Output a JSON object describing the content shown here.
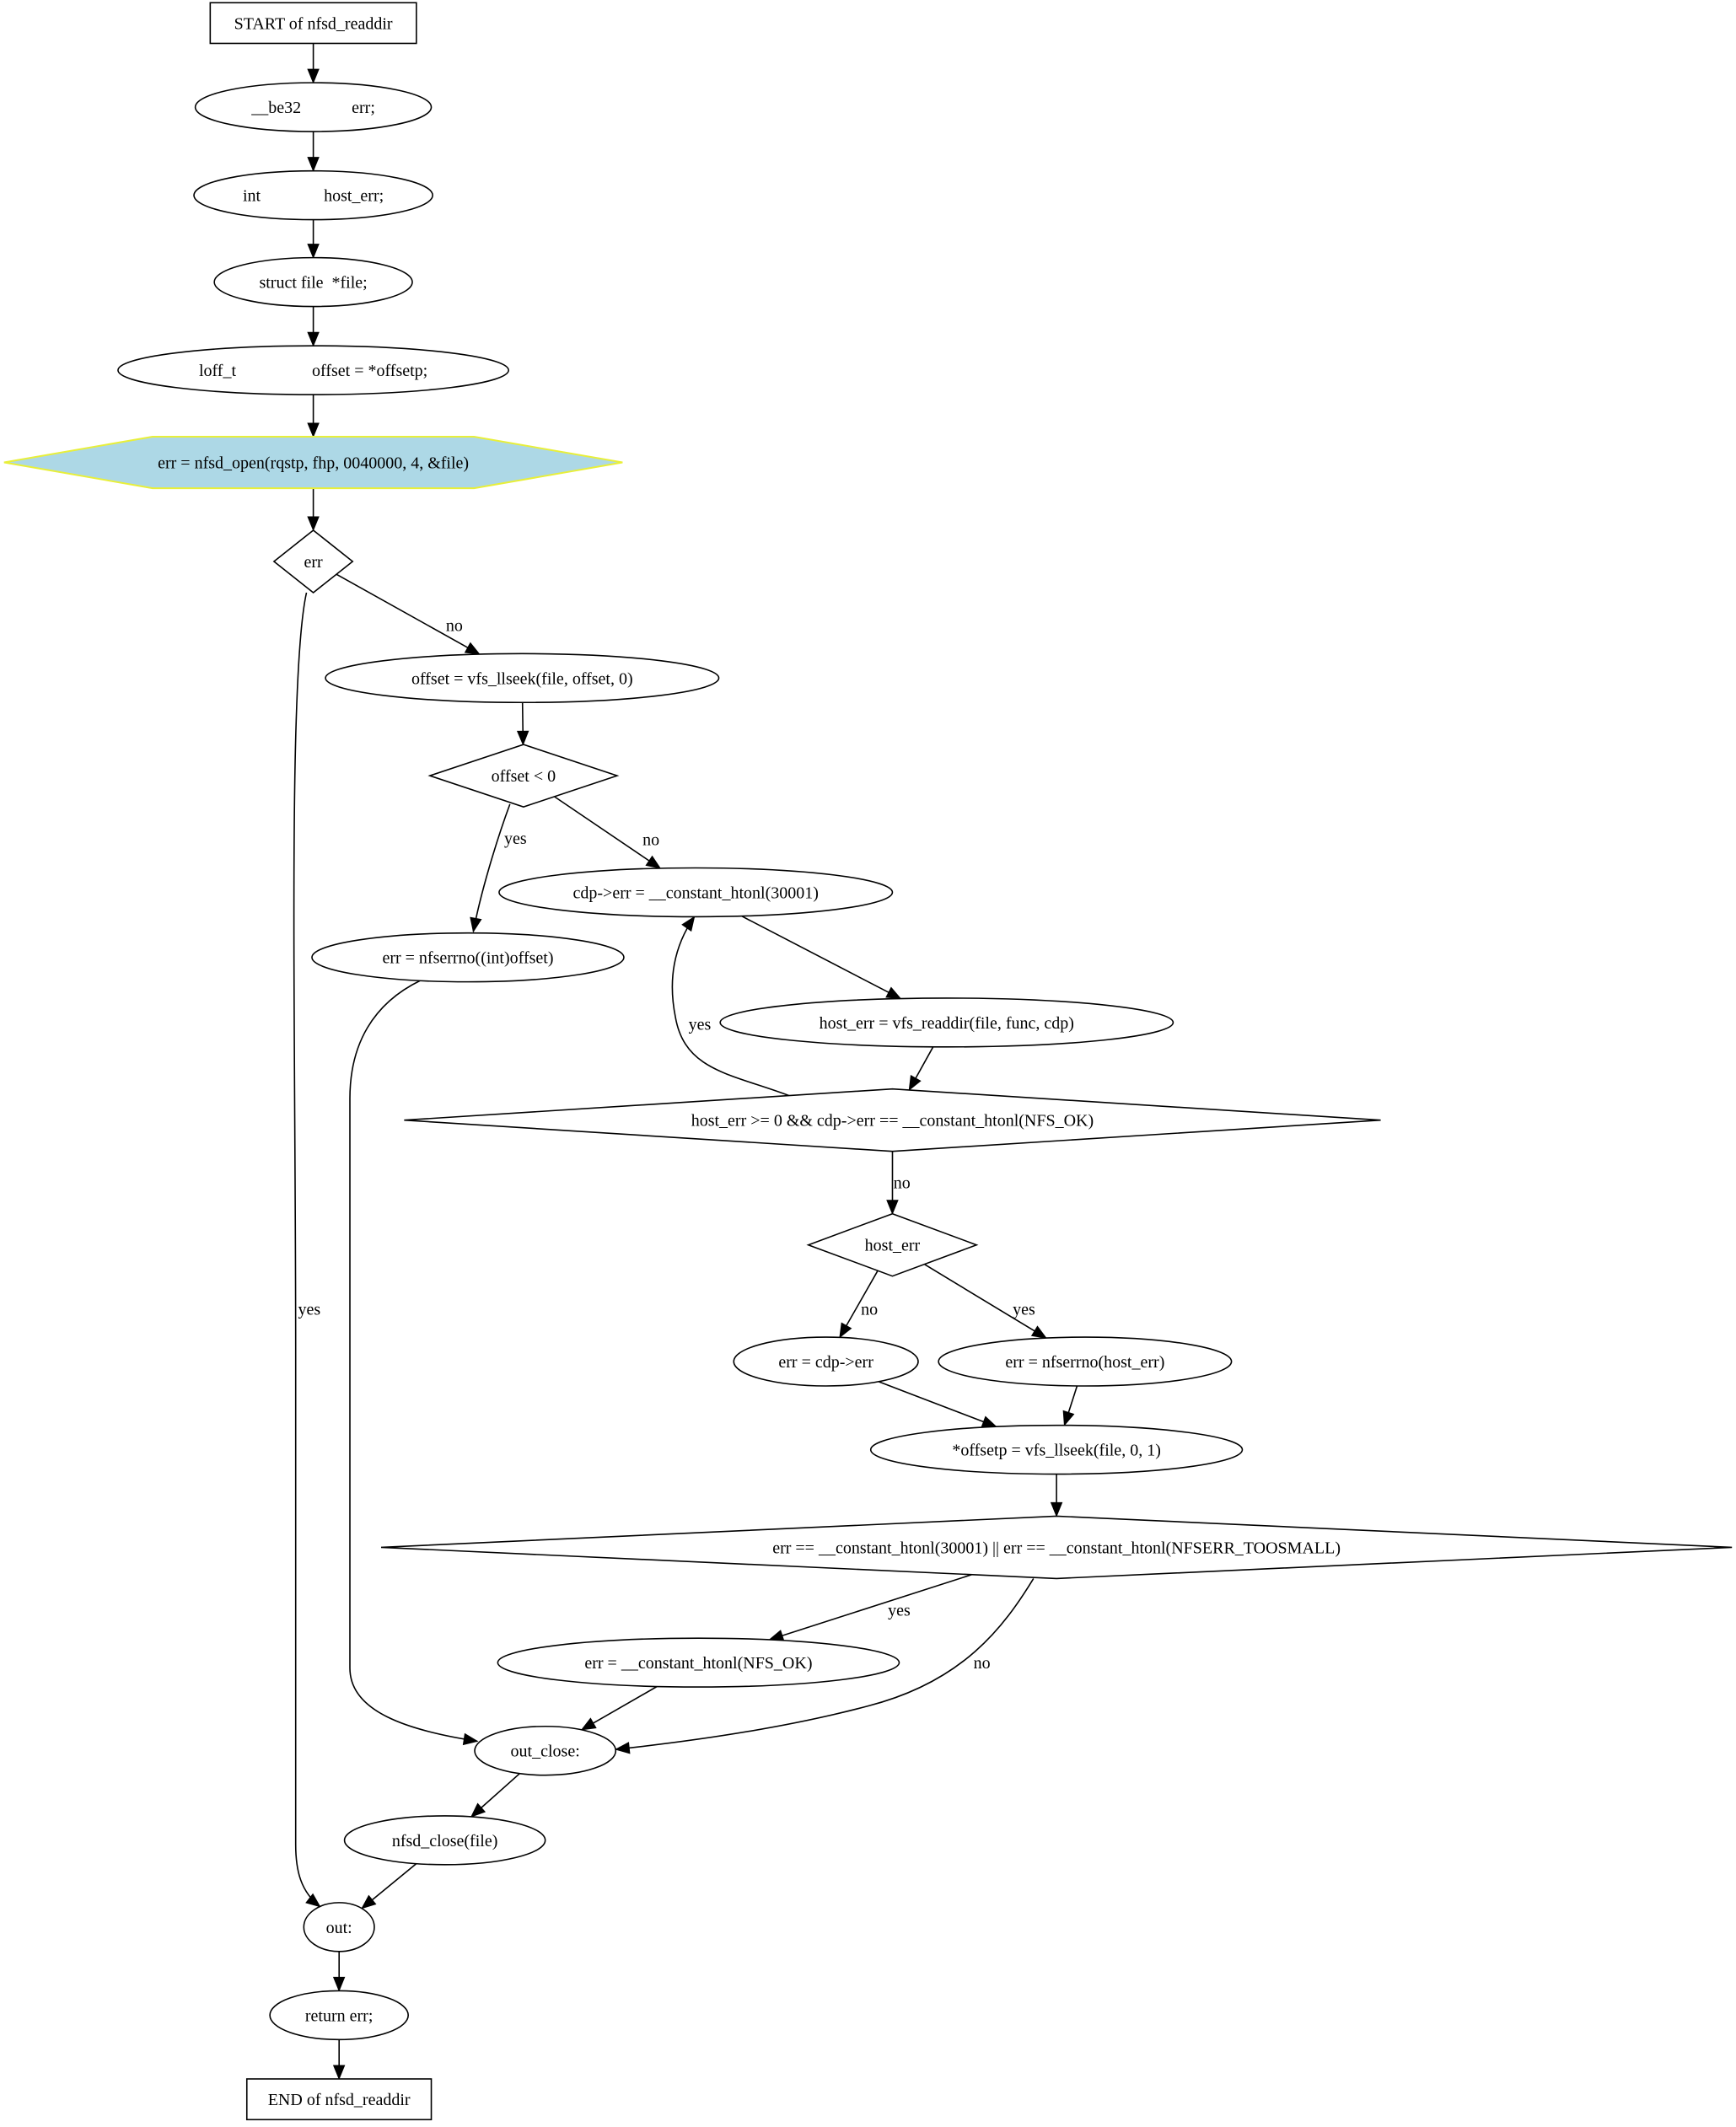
{
  "nodes": [
    {
      "id": "start",
      "shape": "box",
      "label": "START of nfsd_readdir"
    },
    {
      "id": "be32",
      "shape": "ellipse",
      "label": "__be32            err;"
    },
    {
      "id": "int_host_err",
      "shape": "ellipse",
      "label": "int               host_err;"
    },
    {
      "id": "struct_file",
      "shape": "ellipse",
      "label": "struct file  *file;"
    },
    {
      "id": "loff_t",
      "shape": "ellipse",
      "label": "loff_t                  offset = *offsetp;"
    },
    {
      "id": "nfsd_open",
      "shape": "hexagon",
      "label": "err = nfsd_open(rqstp, fhp, 0040000, 4, &file)",
      "highlight": true
    },
    {
      "id": "err_check",
      "shape": "diamond",
      "label": "err"
    },
    {
      "id": "vfs_llseek",
      "shape": "ellipse",
      "label": "offset = vfs_llseek(file, offset, 0)"
    },
    {
      "id": "offset_lt0",
      "shape": "diamond",
      "label": "offset < 0"
    },
    {
      "id": "cdp_err",
      "shape": "ellipse",
      "label": "cdp->err = __constant_htonl(30001)"
    },
    {
      "id": "nfserrno_offset",
      "shape": "ellipse",
      "label": "err = nfserrno((int)offset)"
    },
    {
      "id": "vfs_readdir",
      "shape": "ellipse",
      "label": "host_err = vfs_readdir(file, func, cdp)"
    },
    {
      "id": "loop_cond",
      "shape": "diamond",
      "label": "host_err >= 0 && cdp->err == __constant_htonl(NFS_OK)"
    },
    {
      "id": "host_err_check",
      "shape": "diamond",
      "label": "host_err"
    },
    {
      "id": "err_cdp",
      "shape": "ellipse",
      "label": "err = cdp->err"
    },
    {
      "id": "nfserrno_host",
      "shape": "ellipse",
      "label": "err = nfserrno(host_err)"
    },
    {
      "id": "offsetp_llseek",
      "shape": "ellipse",
      "label": "*offsetp = vfs_llseek(file, 0, 1)"
    },
    {
      "id": "toosmall_cond",
      "shape": "diamond",
      "label": "err == __constant_htonl(30001) || err == __constant_htonl(NFSERR_TOOSMALL)"
    },
    {
      "id": "err_nfs_ok",
      "shape": "ellipse",
      "label": "err = __constant_htonl(NFS_OK)"
    },
    {
      "id": "out_close",
      "shape": "ellipse",
      "label": "out_close:"
    },
    {
      "id": "nfsd_close",
      "shape": "ellipse",
      "label": "nfsd_close(file)"
    },
    {
      "id": "out",
      "shape": "ellipse",
      "label": "out:"
    },
    {
      "id": "return_err",
      "shape": "ellipse",
      "label": "return err;"
    },
    {
      "id": "end",
      "shape": "box",
      "label": "END of nfsd_readdir"
    }
  ],
  "edges": [
    {
      "from": "start",
      "to": "be32",
      "label": ""
    },
    {
      "from": "be32",
      "to": "int_host_err",
      "label": ""
    },
    {
      "from": "int_host_err",
      "to": "struct_file",
      "label": ""
    },
    {
      "from": "struct_file",
      "to": "loff_t",
      "label": ""
    },
    {
      "from": "loff_t",
      "to": "nfsd_open",
      "label": ""
    },
    {
      "from": "nfsd_open",
      "to": "err_check",
      "label": ""
    },
    {
      "from": "err_check",
      "to": "vfs_llseek",
      "label": "no"
    },
    {
      "from": "err_check",
      "to": "out",
      "label": "yes"
    },
    {
      "from": "vfs_llseek",
      "to": "offset_lt0",
      "label": ""
    },
    {
      "from": "offset_lt0",
      "to": "nfserrno_offset",
      "label": "yes"
    },
    {
      "from": "offset_lt0",
      "to": "cdp_err",
      "label": "no"
    },
    {
      "from": "cdp_err",
      "to": "vfs_readdir",
      "label": ""
    },
    {
      "from": "vfs_readdir",
      "to": "loop_cond",
      "label": ""
    },
    {
      "from": "loop_cond",
      "to": "cdp_err",
      "label": "yes"
    },
    {
      "from": "loop_cond",
      "to": "host_err_check",
      "label": "no"
    },
    {
      "from": "host_err_check",
      "to": "err_cdp",
      "label": "no"
    },
    {
      "from": "host_err_check",
      "to": "nfserrno_host",
      "label": "yes"
    },
    {
      "from": "err_cdp",
      "to": "offsetp_llseek",
      "label": ""
    },
    {
      "from": "nfserrno_host",
      "to": "offsetp_llseek",
      "label": ""
    },
    {
      "from": "offsetp_llseek",
      "to": "toosmall_cond",
      "label": ""
    },
    {
      "from": "toosmall_cond",
      "to": "err_nfs_ok",
      "label": "yes"
    },
    {
      "from": "toosmall_cond",
      "to": "out_close",
      "label": "no"
    },
    {
      "from": "err_nfs_ok",
      "to": "out_close",
      "label": ""
    },
    {
      "from": "nfserrno_offset",
      "to": "out_close",
      "label": ""
    },
    {
      "from": "out_close",
      "to": "nfsd_close",
      "label": ""
    },
    {
      "from": "nfsd_close",
      "to": "out",
      "label": ""
    },
    {
      "from": "out",
      "to": "return_err",
      "label": ""
    },
    {
      "from": "return_err",
      "to": "end",
      "label": ""
    }
  ]
}
